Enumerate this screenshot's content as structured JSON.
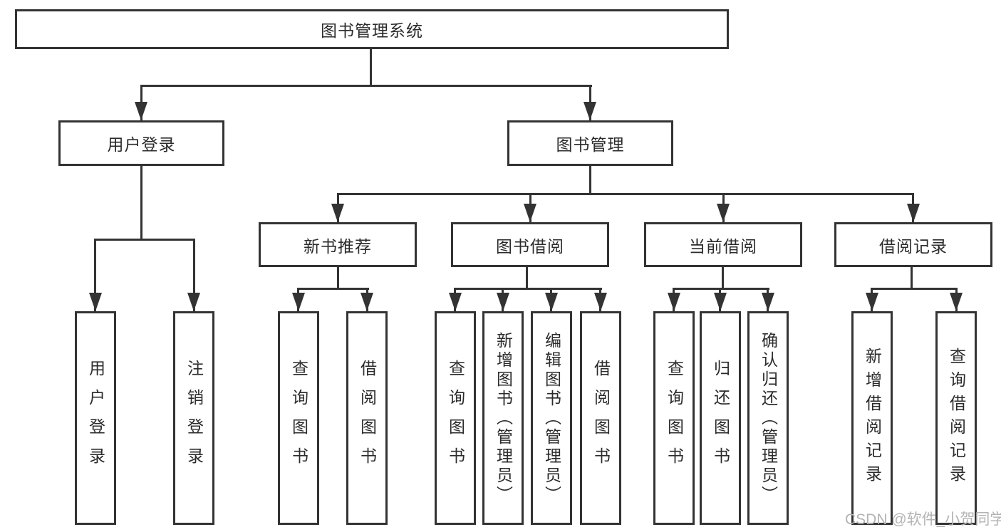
{
  "diagram": {
    "root_label": "图书管理系统",
    "user_login": {
      "label": "用户登录",
      "children": [
        "用户登录",
        "注销登录"
      ]
    },
    "book_management": {
      "label": "图书管理"
    },
    "modules": [
      {
        "label": "新书推荐",
        "children": [
          "查询图书",
          "借阅图书"
        ]
      },
      {
        "label": "图书借阅",
        "children": [
          "查询图书",
          "新增图书（管理员）",
          "编辑图书（管理员）",
          "借阅图书"
        ]
      },
      {
        "label": "当前借阅",
        "children": [
          "查询图书",
          "归还图书",
          "确认归还（管理员）"
        ]
      },
      {
        "label": "借阅记录",
        "children": [
          "新增借阅记录",
          "查询借阅记录"
        ]
      }
    ]
  },
  "watermark": {
    "text": "CSDN @软件_小贺同学",
    "color": "#b3b3b3"
  },
  "colors": {
    "line": "#333333",
    "text": "#2b2b2b",
    "box_bg": "#ffffff",
    "background": "#ffffff"
  }
}
